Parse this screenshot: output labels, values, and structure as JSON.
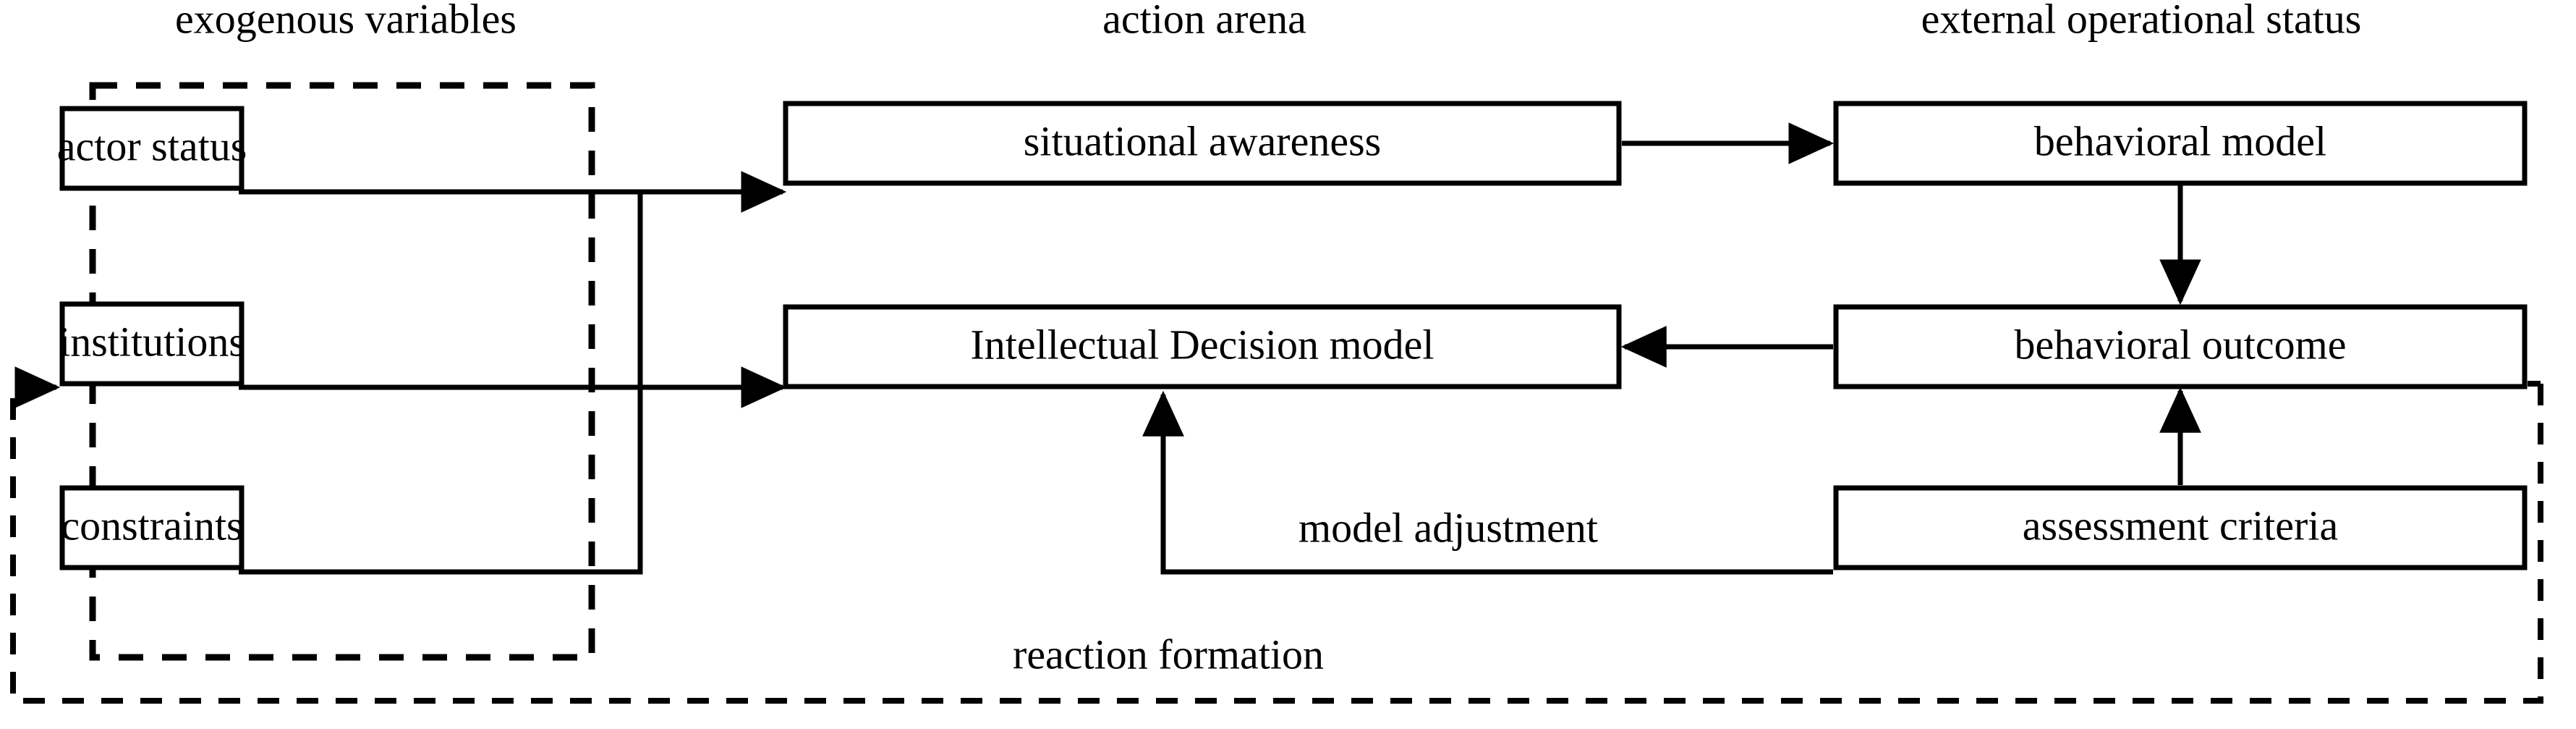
{
  "diagram": {
    "title_row": {
      "exogenous": "exogenous variables",
      "action_arena": "action arena",
      "external_status": "external operational status"
    },
    "nodes": {
      "actor_status": "actor status",
      "institutions": "institutions",
      "constraints": "constraints",
      "situational_awareness": "situational awareness",
      "intellectual_decision_model": "Intellectual Decision model",
      "behavioral_model": "behavioral model",
      "behavioral_outcome": "behavioral outcome",
      "assessment_criteria": "assessment criteria"
    },
    "edge_labels": {
      "model_adjustment": "model adjustment",
      "reaction_formation": "reaction formation"
    },
    "colors": {
      "stroke": "#000000",
      "fill": "#ffffff",
      "text": "#000000"
    }
  }
}
